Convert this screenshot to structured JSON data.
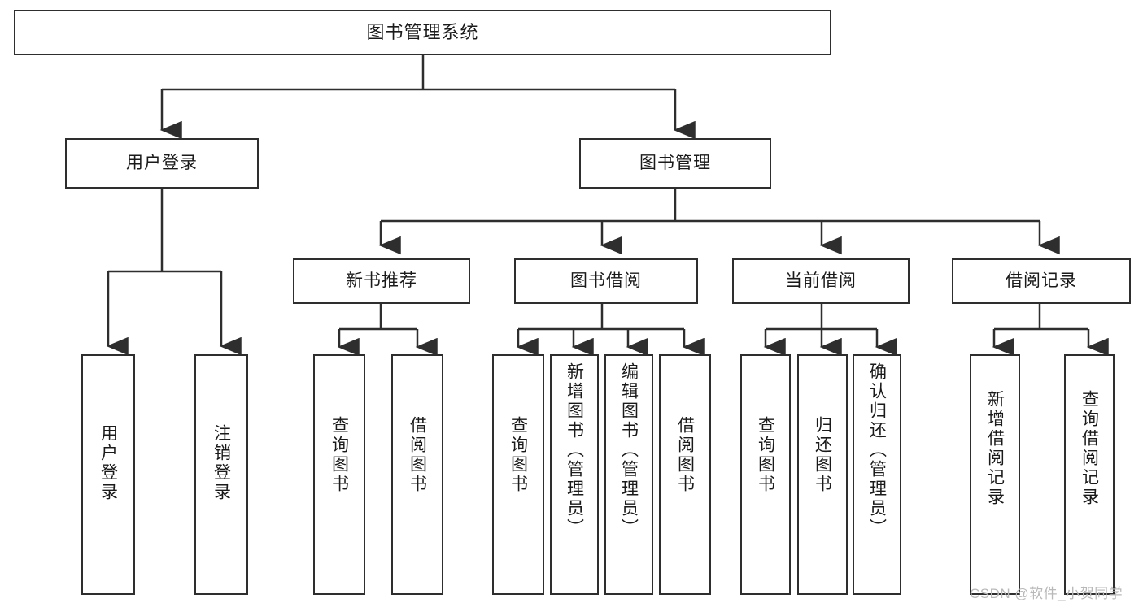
{
  "diagram": {
    "title": "图书管理系统",
    "type": "hierarchy-tree",
    "watermark": "CSDN @软件_小贺同学",
    "colors": {
      "border": "#2e2e2e",
      "background": "#ffffff",
      "text": "#1a1a1a",
      "watermark": "#b9b9b9"
    },
    "levels": {
      "root": {
        "label": "图书管理系统"
      },
      "level2": [
        {
          "id": "user-login",
          "label": "用户登录"
        },
        {
          "id": "book-management",
          "label": "图书管理"
        }
      ],
      "level3": [
        {
          "id": "new-book-recommend",
          "label": "新书推荐",
          "parent": "book-management"
        },
        {
          "id": "book-borrow",
          "label": "图书借阅",
          "parent": "book-management"
        },
        {
          "id": "current-borrow",
          "label": "当前借阅",
          "parent": "book-management"
        },
        {
          "id": "borrow-record",
          "label": "借阅记录",
          "parent": "book-management"
        }
      ],
      "leaves": {
        "user-login": [
          {
            "id": "leaf-user-login",
            "label": "用户登录"
          },
          {
            "id": "leaf-user-logout",
            "label": "注销登录"
          }
        ],
        "new-book-recommend": [
          {
            "id": "leaf-query-book-1",
            "label": "查询图书"
          },
          {
            "id": "leaf-borrow-book-1",
            "label": "借阅图书"
          }
        ],
        "book-borrow": [
          {
            "id": "leaf-query-book-2",
            "label": "查询图书"
          },
          {
            "id": "leaf-add-book",
            "label": "新增图书（管理员）"
          },
          {
            "id": "leaf-edit-book",
            "label": "编辑图书（管理员）"
          },
          {
            "id": "leaf-borrow-book-2",
            "label": "借阅图书"
          }
        ],
        "current-borrow": [
          {
            "id": "leaf-query-book-3",
            "label": "查询图书"
          },
          {
            "id": "leaf-return-book",
            "label": "归还图书"
          },
          {
            "id": "leaf-confirm-return",
            "label": "确认归还（管理员）"
          }
        ],
        "borrow-record": [
          {
            "id": "leaf-add-record",
            "label": "新增借阅记录"
          },
          {
            "id": "leaf-query-record",
            "label": "查询借阅记录"
          }
        ]
      }
    }
  }
}
